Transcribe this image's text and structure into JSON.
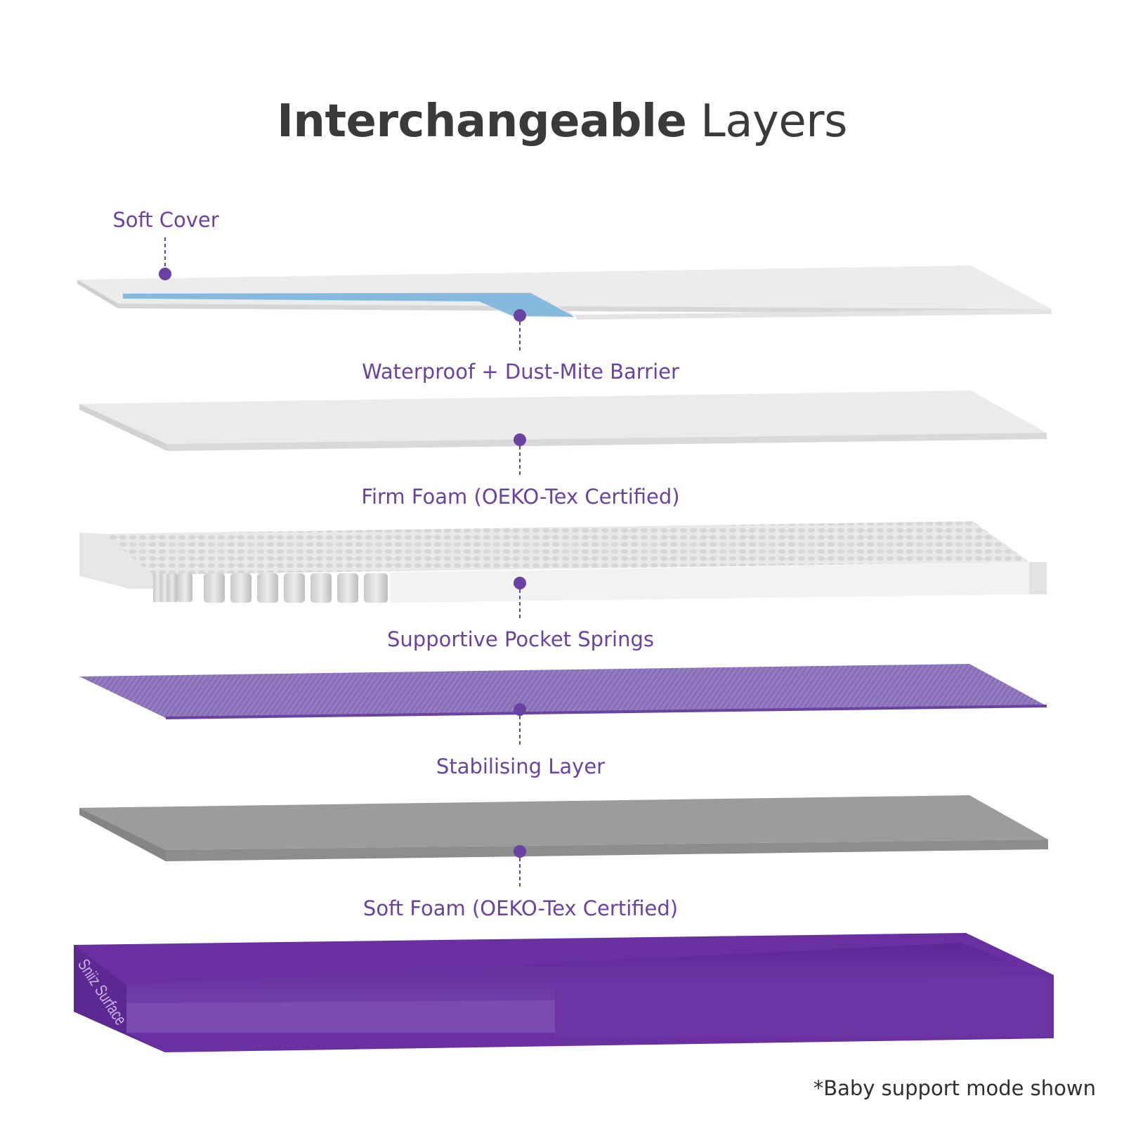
{
  "title": {
    "bold": "Interchangeable",
    "regular": "Layers"
  },
  "layers": [
    {
      "label": "Soft Cover"
    },
    {
      "label": "Waterproof + Dust-Mite Barrier"
    },
    {
      "label": "Firm Foam (OEKO-Tex Certified)"
    },
    {
      "label": "Supportive Pocket Springs"
    },
    {
      "label": "Stabilising Layer"
    },
    {
      "label": "Soft Foam (OEKO-Tex Certified)"
    }
  ],
  "base": {
    "brand_text": "Sniiz Surface"
  },
  "footnote": "*Baby support mode shown",
  "colors": {
    "accent_purple": "#6a42a2",
    "barrier_blue": "#7fb6dc",
    "soft_foam_grey": "#9a9a9a",
    "base_purple": "#6a2fa0"
  }
}
